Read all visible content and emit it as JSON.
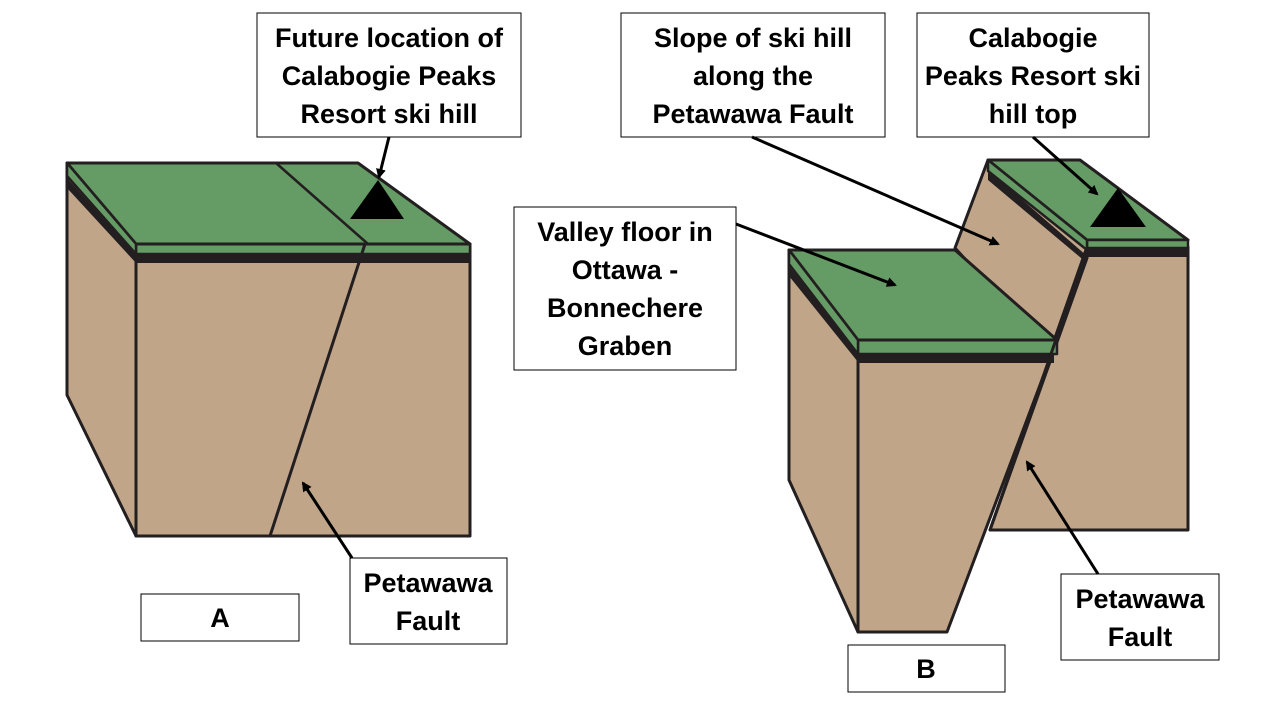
{
  "colors": {
    "grass": "#659b65",
    "rock": "#c0a589",
    "rock_dark": "#231f20",
    "arrow": "#000000"
  },
  "icons": {
    "peak_marker": "triangle-icon"
  },
  "block_a": {
    "title": "A",
    "future_location_label": [
      "Future location of",
      "Calabogie Peaks",
      "Resort ski hill"
    ],
    "fault_label": [
      "Petawawa",
      "Fault"
    ]
  },
  "block_b": {
    "title": "B",
    "slope_label": [
      "Slope of ski hill",
      "along the",
      "Petawawa Fault"
    ],
    "hill_top_label": [
      "Calabogie",
      "Peaks Resort ski",
      "hill top"
    ],
    "valley_label": [
      "Valley floor in",
      "Ottawa -",
      "Bonnechere",
      "Graben"
    ],
    "fault_label": [
      "Petawawa",
      "Fault"
    ]
  }
}
